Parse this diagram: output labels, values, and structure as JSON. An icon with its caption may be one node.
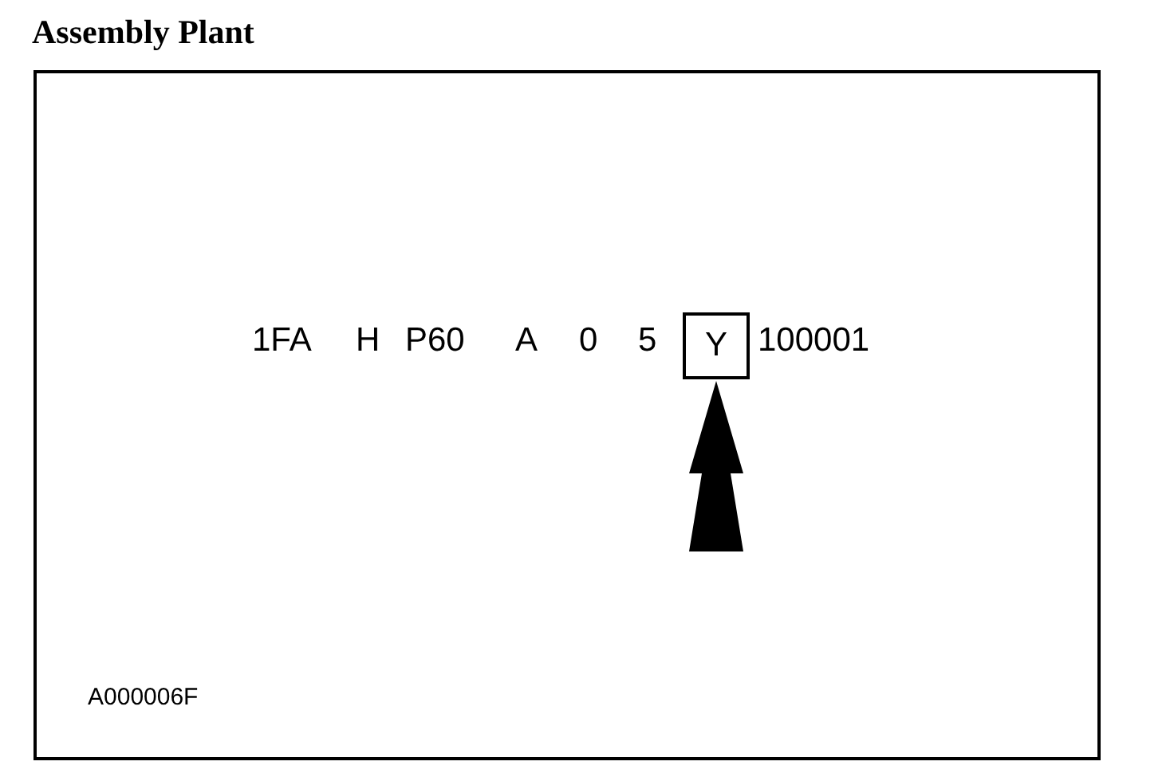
{
  "diagram": {
    "nodes": [
      {
        "text": [
          "Assembly Plant"
        ]
      },
      {
        "text": [
          "Y"
        ],
        "in": 0
      }
    ],
    "edges": [
      {
        "from": null,
        "to": 1,
        "arrow": "to",
        "style": "thick"
      }
    ],
    "labels": [
      "1FA",
      "H",
      "P60",
      "A",
      "0",
      "5",
      "100001",
      "A000006F"
    ]
  }
}
